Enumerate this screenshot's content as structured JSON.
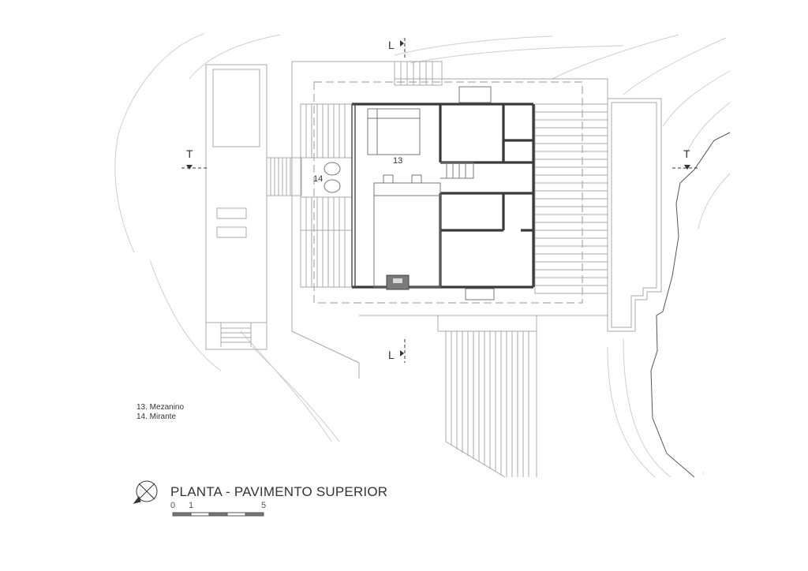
{
  "drawing": {
    "title": "PLANTA - PAVIMENTO SUPERIOR",
    "section_marks": {
      "longitudinal": "L",
      "transversal": "T"
    },
    "room_tags": [
      "13",
      "14"
    ],
    "legend": [
      "13. Mezanino",
      "14. Mirante"
    ],
    "scale_bar": {
      "labels": [
        "0",
        "1",
        "5"
      ]
    },
    "north_icon": "north-arrow-icon"
  }
}
